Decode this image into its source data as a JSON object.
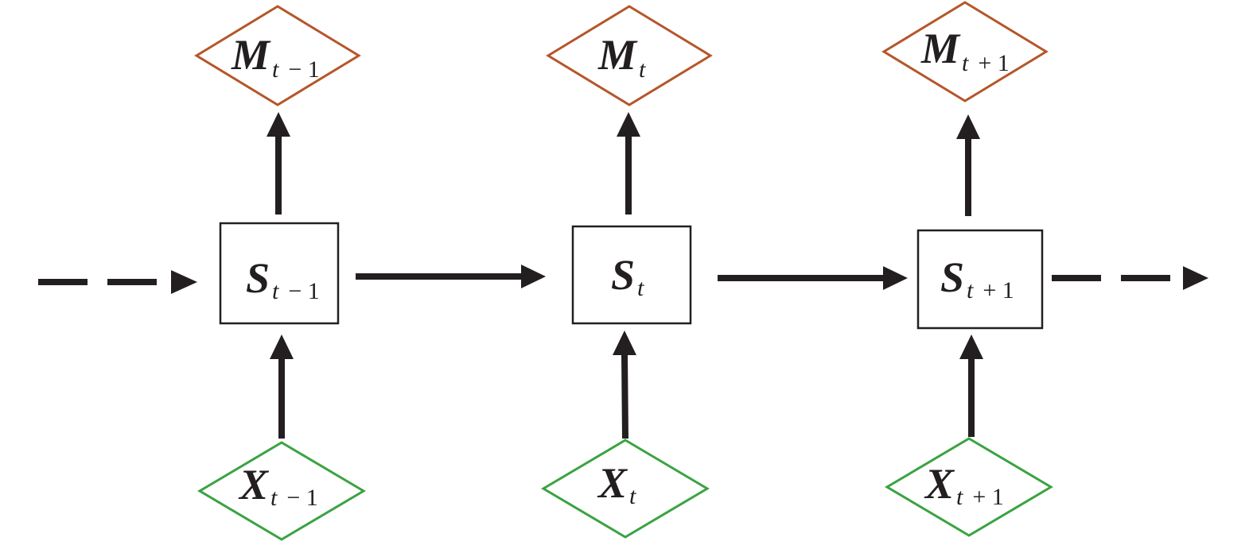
{
  "states": [
    {
      "symbol": "S",
      "subscript_var": "t",
      "subscript_op": "− 1"
    },
    {
      "symbol": "S",
      "subscript_var": "t",
      "subscript_op": ""
    },
    {
      "symbol": "S",
      "subscript_var": "t",
      "subscript_op": "+ 1"
    }
  ],
  "outputs": [
    {
      "symbol": "M",
      "subscript_var": "t",
      "subscript_op": "− 1"
    },
    {
      "symbol": "M",
      "subscript_var": "t",
      "subscript_op": ""
    },
    {
      "symbol": "M",
      "subscript_var": "t",
      "subscript_op": "+ 1"
    }
  ],
  "inputs": [
    {
      "symbol": "X",
      "subscript_var": "t",
      "subscript_op": "− 1"
    },
    {
      "symbol": "X",
      "subscript_var": "t",
      "subscript_op": ""
    },
    {
      "symbol": "X",
      "subscript_var": "t",
      "subscript_op": "+ 1"
    }
  ],
  "colors": {
    "output_border": "#b5562a",
    "input_border": "#3aa341",
    "ink": "#231f20"
  }
}
